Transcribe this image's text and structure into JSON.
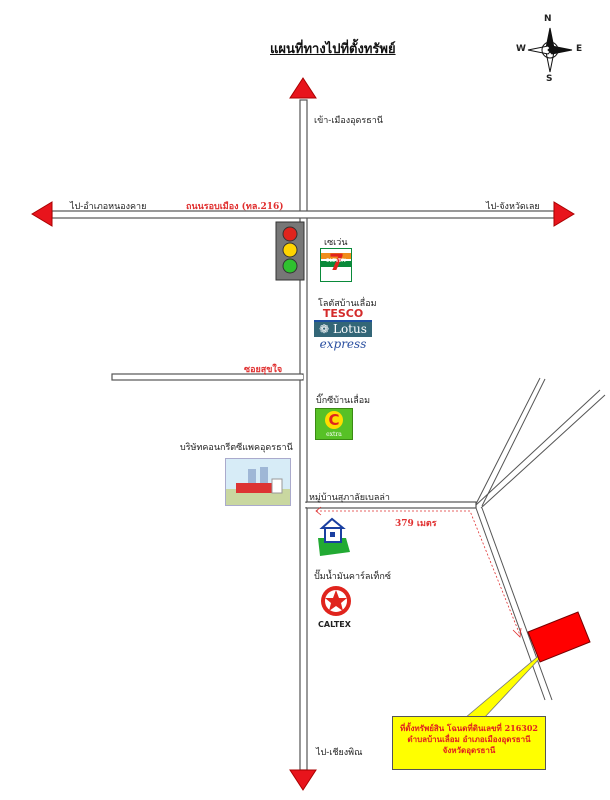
{
  "title": "แผนที่ทางไปที่ตั้งทรัพย์",
  "compass": {
    "n": "N",
    "s": "S",
    "e": "E",
    "w": "W"
  },
  "roads": {
    "north_label": "เข้า-เมืองอุดรธานี",
    "west_label": "ไป-อำเภอหนองคาย",
    "east_label": "ไป-จังหวัดเลย",
    "south_label": "ไป-เชียงพิณ",
    "main_road": "ถนนรอบเมือง (ทล.216)",
    "soi": "ซอยสุขใจ",
    "village": "หมู่บ้านสุภาลัยเบลล่า"
  },
  "landmarks": {
    "seven_eleven": "เซเว่น",
    "seven_logo_text": "ELEVEN",
    "lotus": "โลตัสบ้านเลื่อม",
    "tesco": "TESCO",
    "lotus_name": "Lotus",
    "express": "express",
    "bigc": "บิ๊กซีบ้านเลื่อม",
    "bigc_logo": "C",
    "bigc_sub": "extra",
    "concrete": "บริษัทคอนกรีตซีแพคอุดรธานี",
    "caltex_station": "ปั๊มน้ำมันคาร์ลเท็กซ์",
    "caltex_logo": "CALTEX"
  },
  "distance": "379 เมตร",
  "property": {
    "line1": "ที่ตั้งทรัพย์สิน โฉนดที่ดินเลขที่ 216302",
    "line2": "ตำบลบ้านเลื่อม อำเภอเมืองอุดรธานี",
    "line3": "จังหวัดอุดรธานี"
  },
  "colors": {
    "arrow": "#e8141c",
    "property": "#ff0000",
    "callout": "#ffff00",
    "road": "#555555"
  }
}
